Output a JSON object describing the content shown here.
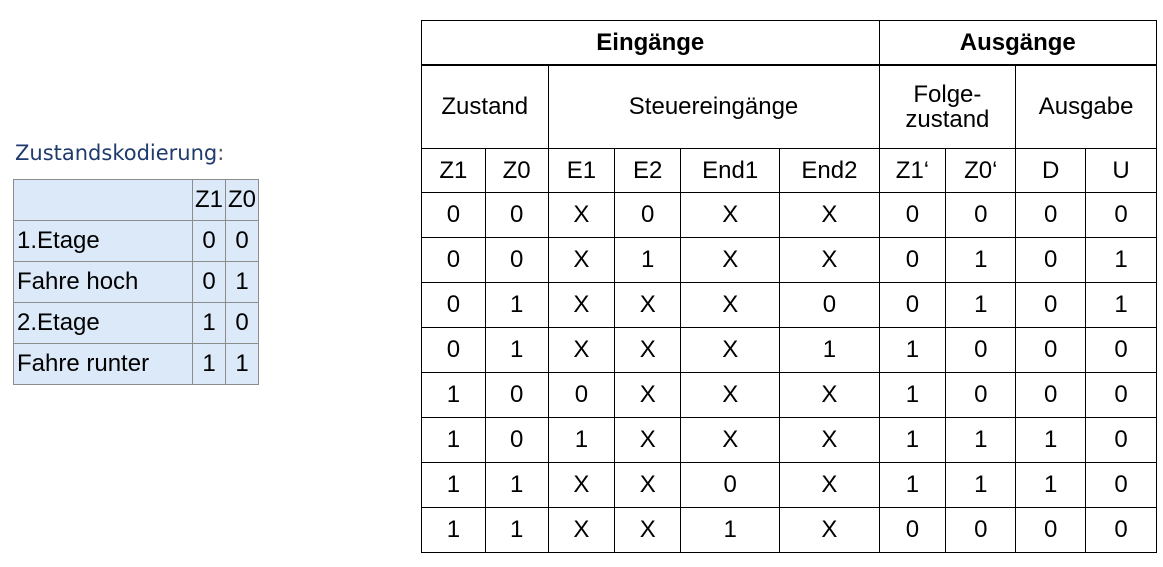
{
  "coding": {
    "title": "Zustandskodierung",
    "title_colon": ":",
    "headers": [
      "",
      "Z1",
      "Z0"
    ],
    "rows": [
      {
        "label": "1.Etage",
        "z1": "0",
        "z0": "0"
      },
      {
        "label": "Fahre hoch",
        "z1": "0",
        "z0": "1"
      },
      {
        "label": "2.Etage",
        "z1": "1",
        "z0": "0"
      },
      {
        "label": "Fahre runter",
        "z1": "1",
        "z0": "1"
      }
    ]
  },
  "state_table": {
    "groups": [
      "Eingänge",
      "Ausgänge"
    ],
    "subgroups": [
      "Zustand",
      "Steuereingänge",
      "Folge-",
      "zustand",
      "Ausgabe"
    ],
    "columns": [
      "Z1",
      "Z0",
      "E1",
      "E2",
      "End1",
      "End2",
      "Z1‘",
      "Z0‘",
      "D",
      "U"
    ],
    "rows": [
      [
        "0",
        "0",
        "X",
        "0",
        "X",
        "X",
        "0",
        "0",
        "0",
        "0"
      ],
      [
        "0",
        "0",
        "X",
        "1",
        "X",
        "X",
        "0",
        "1",
        "0",
        "1"
      ],
      [
        "0",
        "1",
        "X",
        "X",
        "X",
        "0",
        "0",
        "1",
        "0",
        "1"
      ],
      [
        "0",
        "1",
        "X",
        "X",
        "X",
        "1",
        "1",
        "0",
        "0",
        "0"
      ],
      [
        "1",
        "0",
        "0",
        "X",
        "X",
        "X",
        "1",
        "0",
        "0",
        "0"
      ],
      [
        "1",
        "0",
        "1",
        "X",
        "X",
        "X",
        "1",
        "1",
        "1",
        "0"
      ],
      [
        "1",
        "1",
        "X",
        "X",
        "0",
        "X",
        "1",
        "1",
        "1",
        "0"
      ],
      [
        "1",
        "1",
        "X",
        "X",
        "1",
        "X",
        "0",
        "0",
        "0",
        "0"
      ]
    ]
  }
}
